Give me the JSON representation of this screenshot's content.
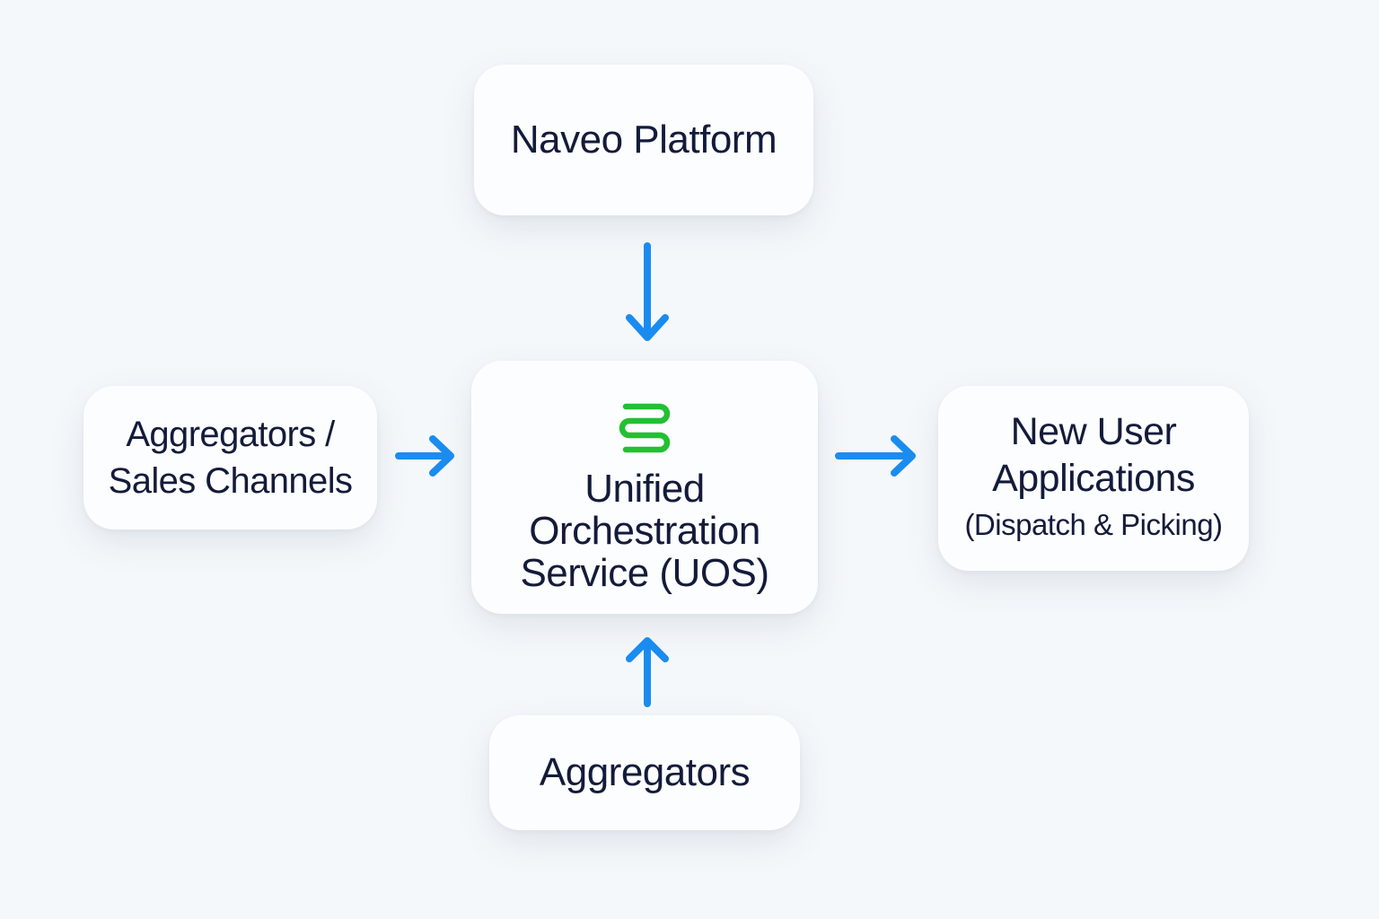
{
  "nodes": {
    "top": {
      "lines": [
        "Naveo Platform"
      ]
    },
    "left": {
      "lines": [
        "Aggregators /",
        "Sales Channels"
      ]
    },
    "center": {
      "lines": [
        "Unified",
        "Orchestration",
        "Service (UOS)"
      ],
      "icon": "uos-logo-icon"
    },
    "right": {
      "lines": [
        "New User",
        "Applications",
        "(Dispatch & Picking)"
      ]
    },
    "bottom": {
      "lines": [
        "Aggregators"
      ]
    }
  },
  "edges": [
    {
      "from": "top",
      "to": "center",
      "icon": "arrow-down-icon"
    },
    {
      "from": "left",
      "to": "center",
      "icon": "arrow-right-icon"
    },
    {
      "from": "center",
      "to": "right",
      "icon": "arrow-right-icon"
    },
    {
      "from": "bottom",
      "to": "center",
      "icon": "arrow-up-icon"
    }
  ],
  "colors": {
    "background": "#f5f8fb",
    "card": "#fcfdfe",
    "text": "#141b3a",
    "arrow": "#1a8cf0",
    "logo": "#22c032"
  }
}
